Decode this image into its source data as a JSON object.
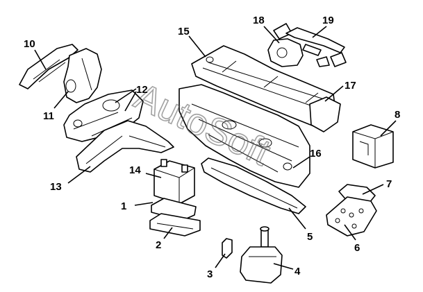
{
  "diagram": {
    "watermark": "AutoSoft",
    "callouts": [
      "1",
      "2",
      "3",
      "4",
      "5",
      "6",
      "7",
      "8",
      "10",
      "11",
      "12",
      "13",
      "14",
      "15",
      "16",
      "17",
      "18",
      "19"
    ],
    "colors": {
      "line": "#000000",
      "background": "#ffffff",
      "watermark": "#555555"
    }
  }
}
